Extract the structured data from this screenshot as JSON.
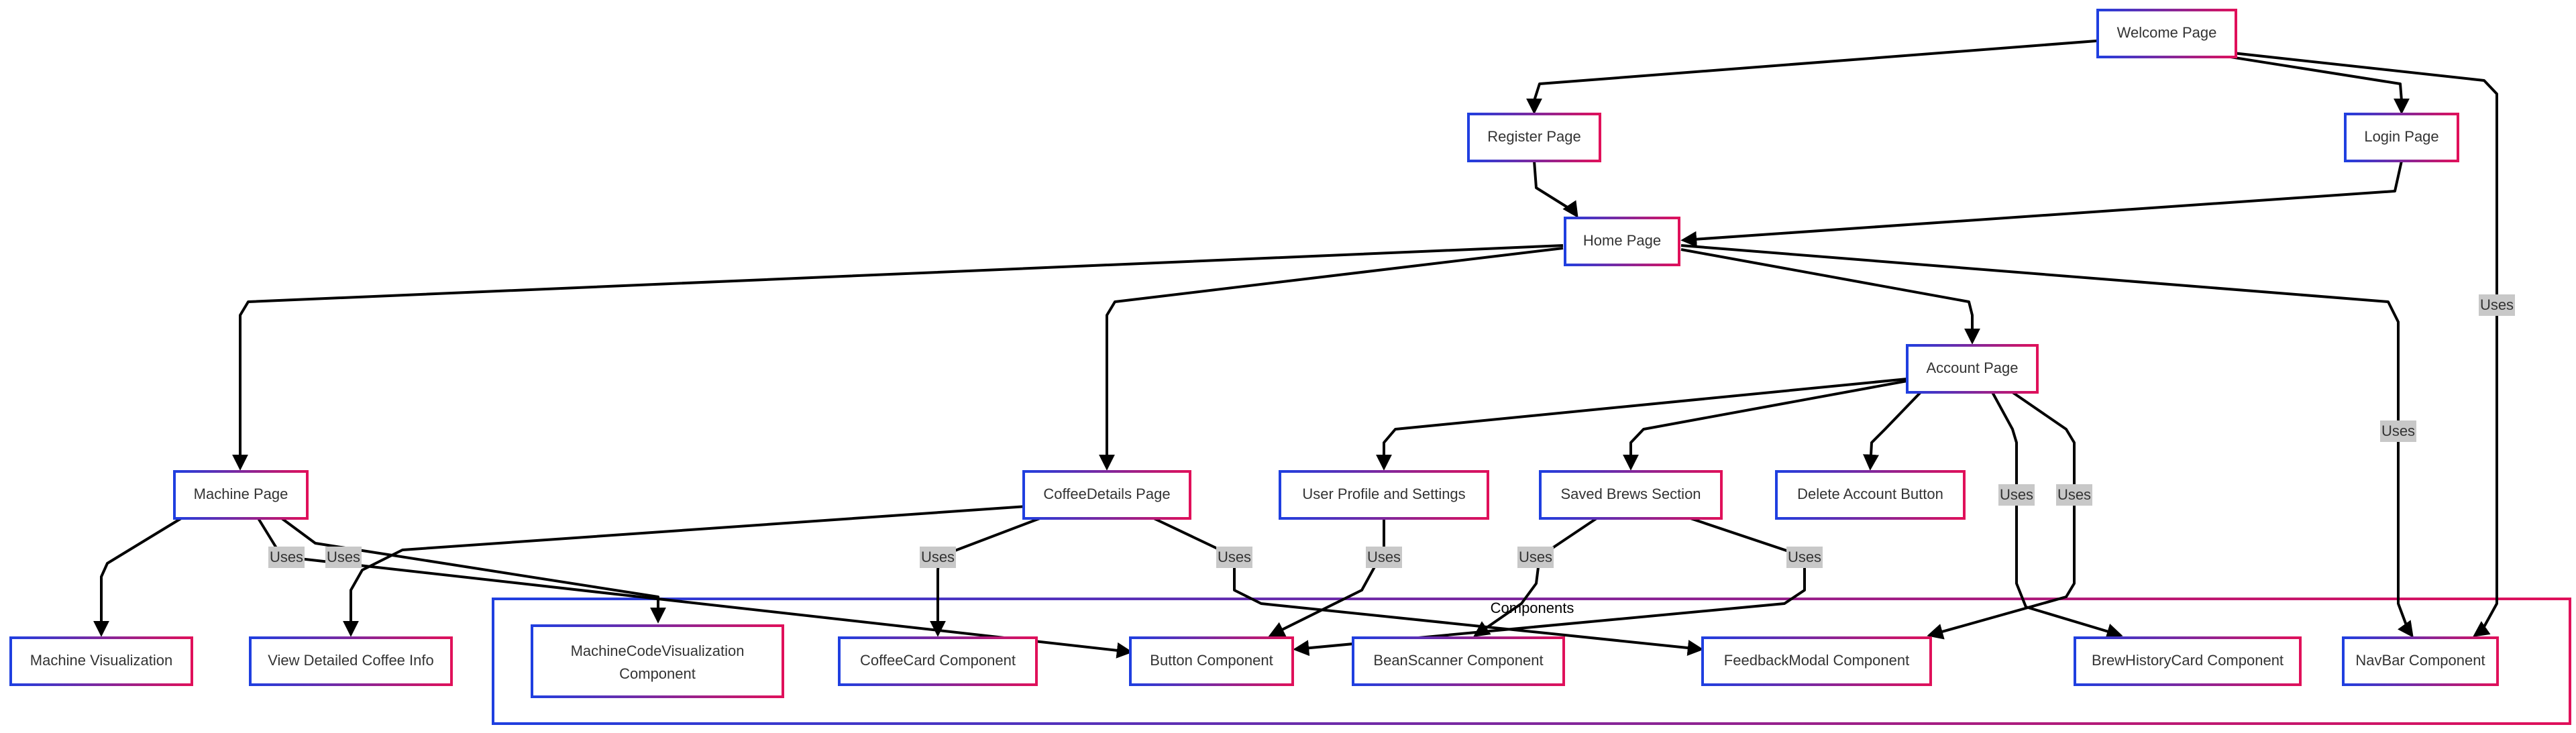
{
  "diagram": {
    "type": "flowchart",
    "colors": {
      "border_start": "#1f3fe0",
      "border_end": "#e0105a",
      "edge": "#000000",
      "label_bg": "#c8c8c8"
    },
    "cluster": {
      "id": "components",
      "label": "Components"
    },
    "nodes": [
      {
        "id": "welcome",
        "label": "Welcome Page"
      },
      {
        "id": "register",
        "label": "Register Page"
      },
      {
        "id": "login",
        "label": "Login Page"
      },
      {
        "id": "home",
        "label": "Home Page"
      },
      {
        "id": "account",
        "label": "Account Page"
      },
      {
        "id": "machine",
        "label": "Machine Page"
      },
      {
        "id": "coffeedetails",
        "label": "CoffeeDetails Page"
      },
      {
        "id": "profile",
        "label": "User Profile and Settings"
      },
      {
        "id": "savedbrews",
        "label": "Saved Brews Section"
      },
      {
        "id": "deleteaccount",
        "label": "Delete Account Button"
      },
      {
        "id": "machinevis",
        "label": "Machine Visualization"
      },
      {
        "id": "viewdetailed",
        "label": "View Detailed Coffee Info"
      },
      {
        "id": "machinecodevis",
        "label": "MachineCodeVisualization Component"
      },
      {
        "id": "coffeecard",
        "label": "CoffeeCard Component"
      },
      {
        "id": "button",
        "label": "Button Component"
      },
      {
        "id": "beanscanner",
        "label": "BeanScanner Component"
      },
      {
        "id": "feedbackmodal",
        "label": "FeedbackModal Component"
      },
      {
        "id": "brewhistory",
        "label": "BrewHistoryCard Component"
      },
      {
        "id": "navbar",
        "label": "NavBar Component"
      }
    ],
    "edges": [
      {
        "from": "welcome",
        "to": "register",
        "label": ""
      },
      {
        "from": "welcome",
        "to": "login",
        "label": ""
      },
      {
        "from": "welcome",
        "to": "navbar",
        "label": "Uses"
      },
      {
        "from": "register",
        "to": "home",
        "label": ""
      },
      {
        "from": "login",
        "to": "home",
        "label": ""
      },
      {
        "from": "home",
        "to": "machine",
        "label": ""
      },
      {
        "from": "home",
        "to": "coffeedetails",
        "label": ""
      },
      {
        "from": "home",
        "to": "account",
        "label": ""
      },
      {
        "from": "home",
        "to": "navbar",
        "label": "Uses"
      },
      {
        "from": "account",
        "to": "profile",
        "label": ""
      },
      {
        "from": "account",
        "to": "savedbrews",
        "label": ""
      },
      {
        "from": "account",
        "to": "deleteaccount",
        "label": ""
      },
      {
        "from": "account",
        "to": "brewhistory",
        "label": "Uses"
      },
      {
        "from": "account",
        "to": "feedbackmodal",
        "label": "Uses"
      },
      {
        "from": "machine",
        "to": "machinevis",
        "label": ""
      },
      {
        "from": "machine",
        "to": "machinecodevis",
        "label": "Uses"
      },
      {
        "from": "machine",
        "to": "button",
        "label": "Uses"
      },
      {
        "from": "coffeedetails",
        "to": "viewdetailed",
        "label": ""
      },
      {
        "from": "coffeedetails",
        "to": "coffeecard",
        "label": "Uses"
      },
      {
        "from": "coffeedetails",
        "to": "feedbackmodal",
        "label": "Uses"
      },
      {
        "from": "profile",
        "to": "button",
        "label": "Uses"
      },
      {
        "from": "savedbrews",
        "to": "beanscanner",
        "label": "Uses"
      },
      {
        "from": "savedbrews",
        "to": "button",
        "label": "Uses"
      }
    ]
  }
}
